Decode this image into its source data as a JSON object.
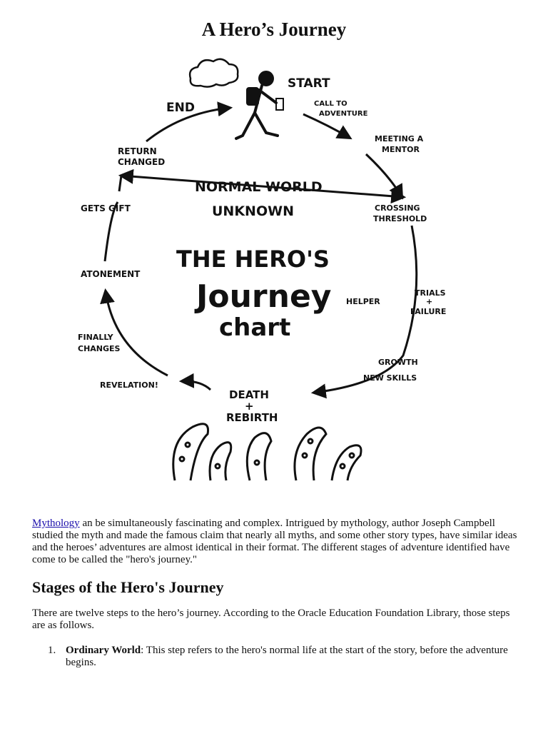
{
  "document": {
    "title": "A Hero’s Journey"
  },
  "diagram": {
    "center_line1": "THE HERO'S",
    "center_line2": "Journey",
    "center_line3": "chart",
    "normal_world": "NORMAL WORLD",
    "unknown": "UNKNOWN",
    "labels": {
      "start": "START",
      "call_l1": "CALL TO",
      "call_l2": "ADVENTURE",
      "mentor_l1": "MEETING A",
      "mentor_l2": "MENTOR",
      "threshold_l1": "CROSSING",
      "threshold_l2": "THRESHOLD",
      "trials_l1": "TRIALS",
      "trials_l2": "+",
      "trials_l3": "FAILURE",
      "helper": "HELPER",
      "growth_l1": "GROWTH",
      "growth_l2": "NEW SKILLS",
      "death_l1": "DEATH",
      "death_l2": "+",
      "death_l3": "REBIRTH",
      "revelation": "REVELATION!",
      "finally_l1": "FINALLY",
      "finally_l2": "CHANGES",
      "atonement": "ATONEMENT",
      "gets_gift": "GETS GIFT",
      "return_l1": "RETURN",
      "return_l2": "CHANGED",
      "end": "END"
    }
  },
  "intro": {
    "link_text": "Mythology",
    "text": " an be simultaneously fascinating and complex. Intrigued by mythology, author Joseph Campbell studied the myth and made the famous claim that nearly all myths, and some other story types, have similar ideas and the heroes’ adventures are almost identical in their format. The different stages of adventure identified have come to be called the \"hero's journey.\""
  },
  "stages": {
    "heading": "Stages of the Hero's Journey",
    "intro": "There are twelve steps to the hero’s journey. According to the Oracle Education Foundation Library, those steps are as follows.",
    "items": [
      {
        "number": "1.",
        "term": "Ordinary World",
        "description": ": This step refers to the hero's normal life at the start of the story, before the adventure begins."
      }
    ]
  }
}
